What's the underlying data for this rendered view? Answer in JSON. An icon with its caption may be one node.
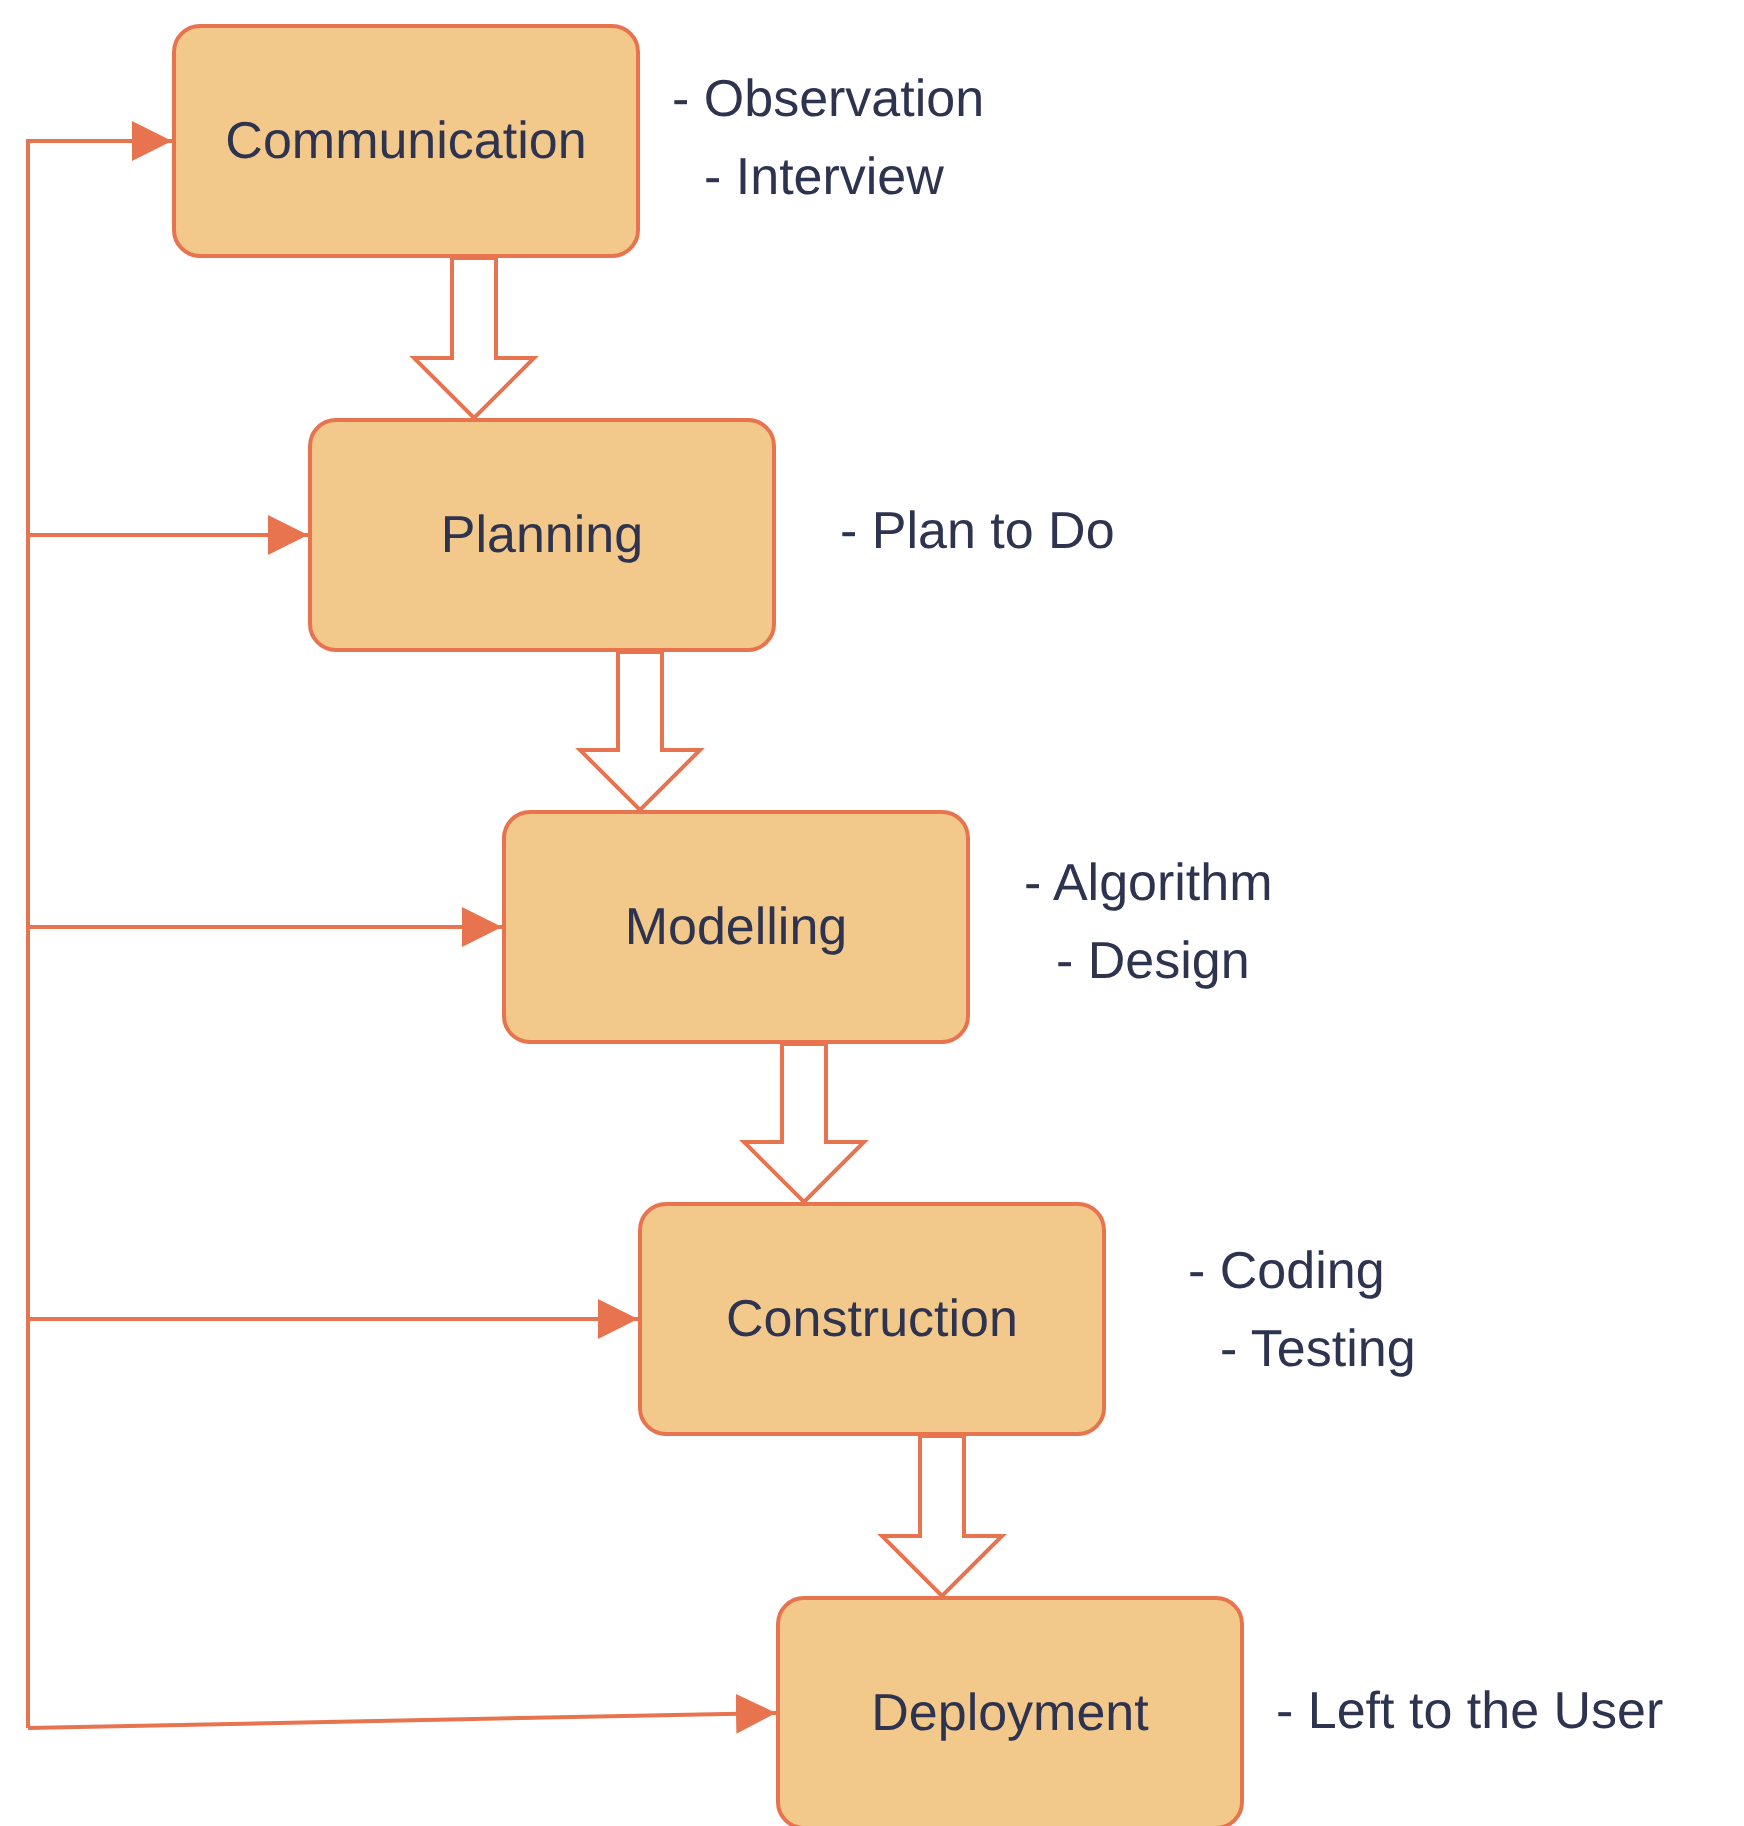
{
  "diagram": {
    "nodes": [
      {
        "text": [
          "Communication"
        ],
        "beside": [
          "- Observation",
          "- Interview"
        ]
      },
      {
        "text": [
          "Planning"
        ],
        "beside": [
          "- Plan to Do"
        ]
      },
      {
        "text": [
          "Modelling"
        ],
        "beside": [
          "- Algorithm",
          "- Design"
        ]
      },
      {
        "text": [
          "Construction"
        ],
        "beside": [
          "- Coding",
          "- Testing"
        ]
      },
      {
        "text": [
          "Deployment"
        ],
        "beside": [
          "- Left to the User"
        ]
      }
    ],
    "edges": [
      {
        "from": 0,
        "to": 1,
        "arrow": "to",
        "style": "thick"
      },
      {
        "from": 1,
        "to": 2,
        "arrow": "to",
        "style": "thick"
      },
      {
        "from": 2,
        "to": 3,
        "arrow": "to",
        "style": "thick"
      },
      {
        "from": 3,
        "to": 4,
        "arrow": "to",
        "style": "thick"
      },
      {
        "from": null,
        "to": 0,
        "arrow": "to"
      },
      {
        "from": null,
        "to": 1,
        "arrow": "to"
      },
      {
        "from": null,
        "to": 2,
        "arrow": "to"
      },
      {
        "from": null,
        "to": 3,
        "arrow": "to"
      },
      {
        "from": null,
        "to": 4,
        "arrow": "to"
      }
    ]
  }
}
